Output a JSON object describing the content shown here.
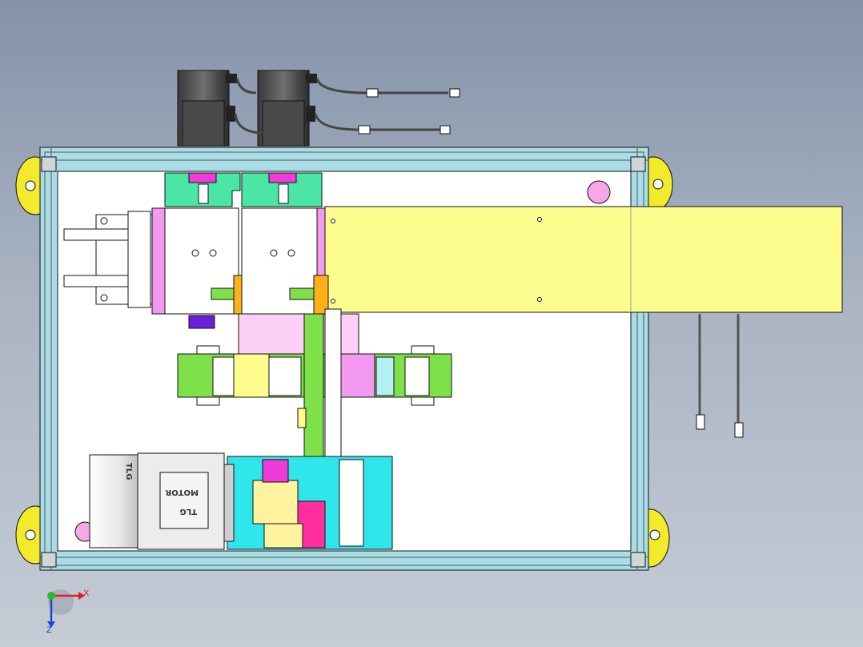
{
  "scene": {
    "background_top": "#8593a8",
    "background_bottom": "#c5ccd6",
    "frame_color": "#a8dde6",
    "panel_color": "#ffffff",
    "caster_color": "#f2ea2a",
    "conveyor_color": "#fdfd8e",
    "accent_green": "#7fe14a",
    "accent_cyan": "#2fe6ea",
    "accent_magenta": "#ef3bd8",
    "accent_orange": "#ffb11a",
    "accent_purple": "#6a1ed6",
    "accent_pink": "#f7b9ee",
    "accent_mint": "#4be6a6"
  },
  "labels": {
    "gear_motor_brand": "TLG",
    "gear_motor_text": "MOTOR",
    "gear_motor_side": "TLG"
  },
  "triad": {
    "x_label": "X",
    "z_label": "Z"
  },
  "icons": {
    "triad": "coordinate-triad-icon",
    "cable": "cable-connector-icon"
  }
}
